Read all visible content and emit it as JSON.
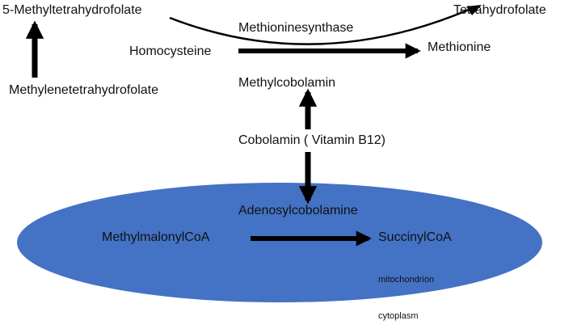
{
  "diagram": {
    "nodes": {
      "methyltetrahydrofolate": "5-Methyltetrahydrofolate",
      "methylenetetrahydrofolate": "Methylenetetrahydrofolate",
      "tetrahydrofolate": "Tetrahydrofolate",
      "methioninesynthase": "Methioninesynthase",
      "homocysteine": "Homocysteine",
      "methionine": "Methionine",
      "methylcobolamin": "Methylcobolamin",
      "cobolamin": "Cobolamin ( Vitamin B12)",
      "adenosylcobolamine": "Adenosylcobolamine",
      "methylmalonylcoa": "MethylmalonylCoA",
      "succinylcoa": "SuccinylCoA"
    },
    "compartments": {
      "mitochondrion": "mitochondrion",
      "cytoplasm": "cytoplasm"
    },
    "colors": {
      "mitochondrion_fill": "#4472c4",
      "arrow": "#000000",
      "text": "#111111"
    }
  }
}
